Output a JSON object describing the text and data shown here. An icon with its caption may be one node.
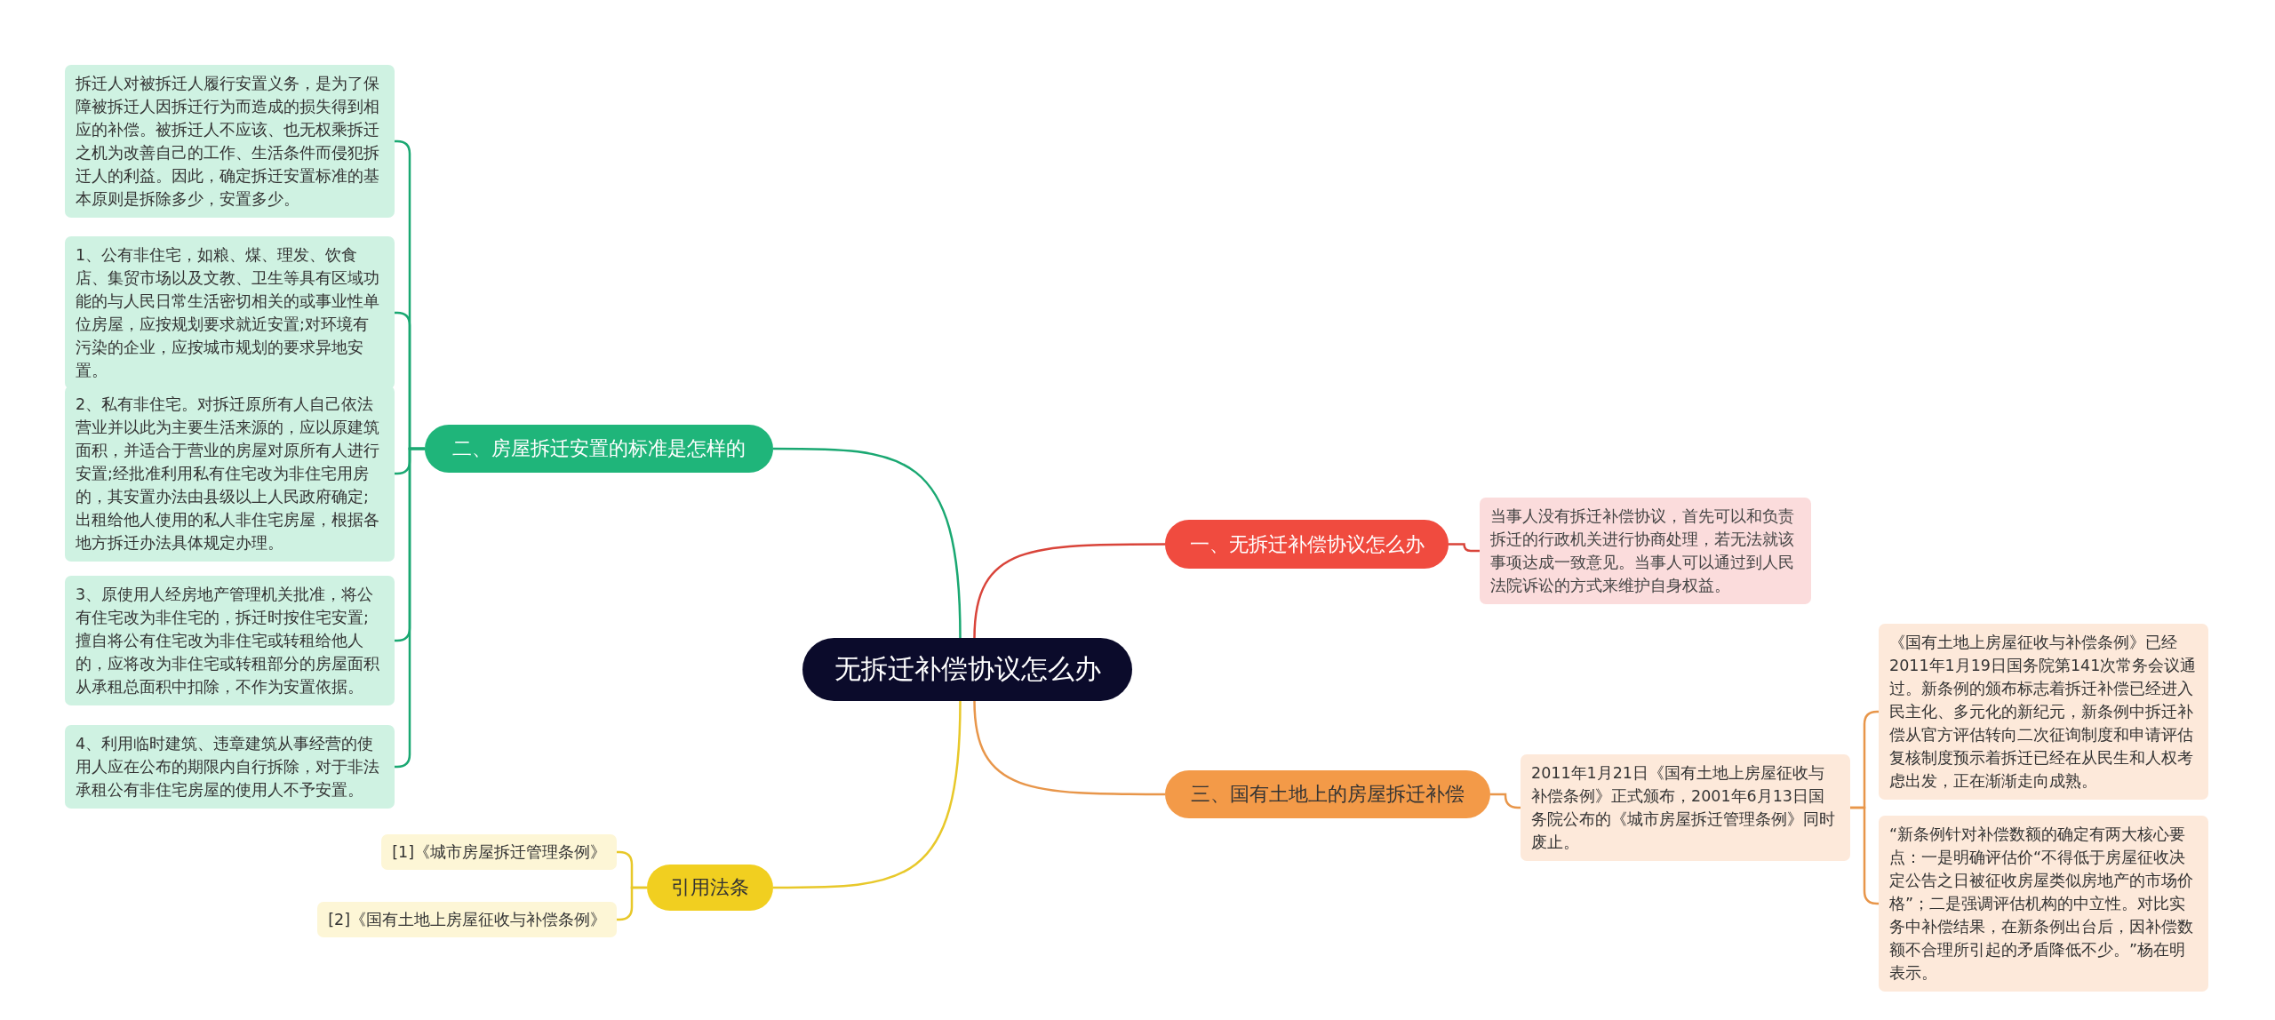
{
  "diagram": {
    "nodes": [
      {
        "text": [
          "无拆迁补偿协议怎么办"
        ]
      },
      {
        "text": [
          "一、无拆迁补偿协议怎么办"
        ]
      },
      {
        "text": [
          "当事人没有拆迁补偿协议，首先可以和负责拆迁的行政机关进行协商处理，若无法就该事项达成一致意见。当事人可以通过到人民法院诉讼的方式来维护自身权益。"
        ]
      },
      {
        "text": [
          "二、房屋拆迁安置的标准是怎样的"
        ]
      },
      {
        "text": [
          "拆迁人对被拆迁人履行安置义务，是为了保障被拆迁人因拆迁行为而造成的损失得到相应的补偿。被拆迁人不应该、也无权乘拆迁之机为改善自己的工作、生活条件而侵犯拆迁人的利益。因此，确定拆迁安置标准的基本原则是拆除多少，安置多少。"
        ]
      },
      {
        "text": [
          "1、公有非住宅，如粮、煤、理发、饮食店、集贸市场以及文教、卫生等具有区域功能的与人民日常生活密切相关的或事业性单位房屋，应按规划要求就近安置;对环境有污染的企业，应按城市规划的要求异地安置。"
        ]
      },
      {
        "text": [
          "2、私有非住宅。对拆迁原所有人自己依法营业并以此为主要生活来源的，应以原建筑面积，并适合于营业的房屋对原所有人进行安置;经批准利用私有住宅改为非住宅用房的，其安置办法由县级以上人民政府确定;出租给他人使用的私人非住宅房屋，根据各地方拆迁办法具体规定办理。"
        ]
      },
      {
        "text": [
          "3、原使用人经房地产管理机关批准，将公有住宅改为非住宅的，拆迁时按住宅安置;擅自将公有住宅改为非住宅或转租给他人的，应将改为非住宅或转租部分的房屋面积从承租总面积中扣除，不作为安置依据。"
        ]
      },
      {
        "text": [
          "4、利用临时建筑、违章建筑从事经营的使用人应在公布的期限内自行拆除，对于非法承租公有非住宅房屋的使用人不予安置。"
        ]
      },
      {
        "text": [
          "三、国有土地上的房屋拆迁补偿"
        ]
      },
      {
        "text": [
          "2011年1月21日《国有土地上房屋征收与补偿条例》正式颁布，2001年6月13日国务院公布的《城市房屋拆迁管理条例》同时废止。"
        ]
      },
      {
        "text": [
          "《国有土地上房屋征收与补偿条例》已经2011年1月19日国务院第141次常务会议通过。新条例的颁布标志着拆迁补偿已经进入民主化、多元化的新纪元，新条例中拆迁补偿从官方评估转向二次征询制度和申请评估复核制度预示着拆迁已经在从民生和人权考虑出发，正在渐渐走向成熟。"
        ]
      },
      {
        "text": [
          "“新条例针对补偿数额的确定有两大核心要点：一是明确评估价“不得低于房屋征收决定公告之日被征收房屋类似房地产的市场价格”；二是强调评估机构的中立性。对比实务中补偿结果，在新条例出台后，因补偿数额不合理所引起的矛盾降低不少。”杨在明表示。"
        ]
      },
      {
        "text": [
          "引用法条"
        ]
      },
      {
        "text": [
          "[1]《城市房屋拆迁管理条例》"
        ]
      },
      {
        "text": [
          "[2]《国有土地上房屋征收与补偿条例》"
        ]
      }
    ],
    "edges": [
      {
        "from": 0,
        "to": 1,
        "arrow": "none",
        "color": "#d9443a"
      },
      {
        "from": 1,
        "to": 2,
        "arrow": "none",
        "color": "#d9443a"
      },
      {
        "from": 0,
        "to": 3,
        "arrow": "none"
      },
      {
        "from": 3,
        "to": 4,
        "arrow": "none"
      },
      {
        "from": 3,
        "to": 5,
        "arrow": "none"
      },
      {
        "from": 3,
        "to": 6,
        "arrow": "none"
      },
      {
        "from": 3,
        "to": 7,
        "arrow": "none"
      },
      {
        "from": 3,
        "to": 8,
        "arrow": "none"
      },
      {
        "from": 0,
        "to": 9,
        "arrow": "none",
        "color": "#e8964a"
      },
      {
        "from": 9,
        "to": 10,
        "arrow": "none",
        "color": "#e8964a"
      },
      {
        "from": 10,
        "to": 11,
        "arrow": "none",
        "color": "#e8964a"
      },
      {
        "from": 10,
        "to": 12,
        "arrow": "none",
        "color": "#e8964a"
      },
      {
        "from": 0,
        "to": 13,
        "arrow": "none",
        "color": "#e8c82a"
      },
      {
        "from": 13,
        "to": 14,
        "arrow": "none",
        "color": "#e8c82a"
      },
      {
        "from": 13,
        "to": 15,
        "arrow": "none",
        "color": "#e8c82a"
      }
    ]
  }
}
